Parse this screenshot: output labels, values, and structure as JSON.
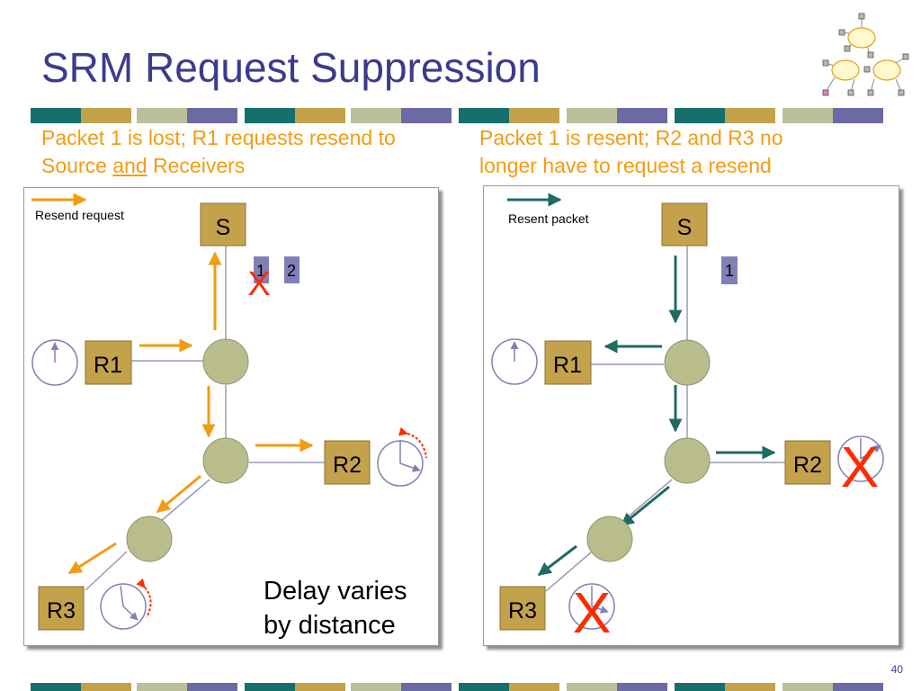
{
  "title": "SRM Request Suppression",
  "page_number": "40",
  "colors": {
    "title": "#3b3b8e",
    "caption": "#f39c12",
    "request_arrow": "#f39c12",
    "resent_arrow": "#1e6b63",
    "node_box": "#c4a24b",
    "router": "#b9bd8c",
    "packet_box": "#8080b8",
    "lost_mark": "#ff2a00",
    "stripe": [
      "#15706b",
      "#c4a24b",
      "#bcc09a",
      "#6a6aa4"
    ]
  },
  "left_panel": {
    "caption_part1": "Packet 1 is lost; R1 requests resend to Source ",
    "caption_underlined": "and",
    "caption_part2": " Receivers",
    "legend": "Resend request",
    "source": "S",
    "r1": "R1",
    "r2": "R2",
    "r3": "R3",
    "packet1": "1",
    "packet2": "2",
    "lost_mark": "X",
    "note_line1": "Delay varies",
    "note_line2": "by distance"
  },
  "right_panel": {
    "caption_line1": "Packet 1 is resent; R2 and R3 no",
    "caption_line2": "longer have to request a resend",
    "legend": "Resent packet",
    "source": "S",
    "r1": "R1",
    "r2": "R2",
    "r3": "R3",
    "packet1": "1",
    "suppressed_r2": "X",
    "suppressed_r3": "X"
  }
}
